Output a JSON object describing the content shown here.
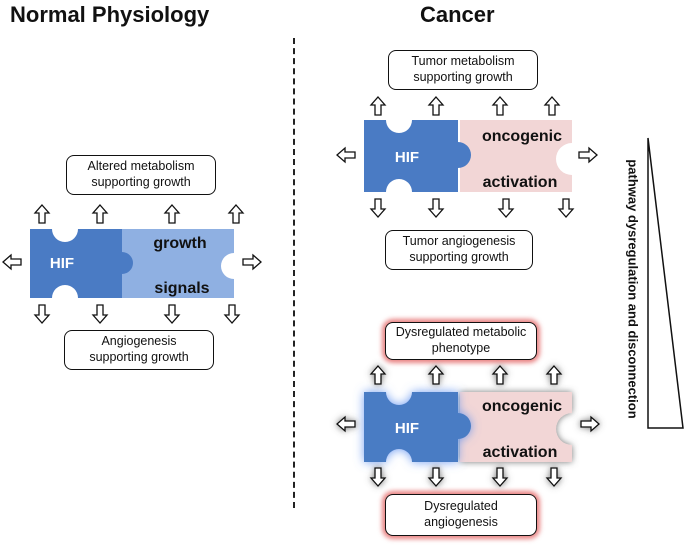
{
  "headings": {
    "normal": "Normal Physiology",
    "cancer": "Cancer"
  },
  "normal": {
    "top_box": [
      "Altered metabolism",
      "supporting growth"
    ],
    "bottom_box": [
      "Angiogenesis",
      "supporting growth"
    ],
    "hif_label": "HIF",
    "partner_label_1": "growth",
    "partner_label_2": "signals"
  },
  "cancer_top": {
    "top_box": [
      "Tumor metabolism",
      "supporting growth"
    ],
    "bottom_box": [
      "Tumor angiogenesis",
      "supporting growth"
    ],
    "hif_label": "HIF",
    "partner_label_1": "oncogenic",
    "partner_label_2": "activation"
  },
  "cancer_bottom": {
    "top_box": [
      "Dysregulated metabolic",
      "phenotype"
    ],
    "bottom_box": [
      "Dysregulated",
      "angiogenesis"
    ],
    "hif_label": "HIF",
    "partner_label_1": "oncogenic",
    "partner_label_2": "activation"
  },
  "side_label": "pathway dysregulation and disconnection",
  "colors": {
    "hif_blue": "#4a7bc4",
    "growth_blue": "#8fb0e2",
    "oncogenic_pink": "#f2d6d6",
    "glow_red": "#e25a5a",
    "outline": "#111111"
  }
}
